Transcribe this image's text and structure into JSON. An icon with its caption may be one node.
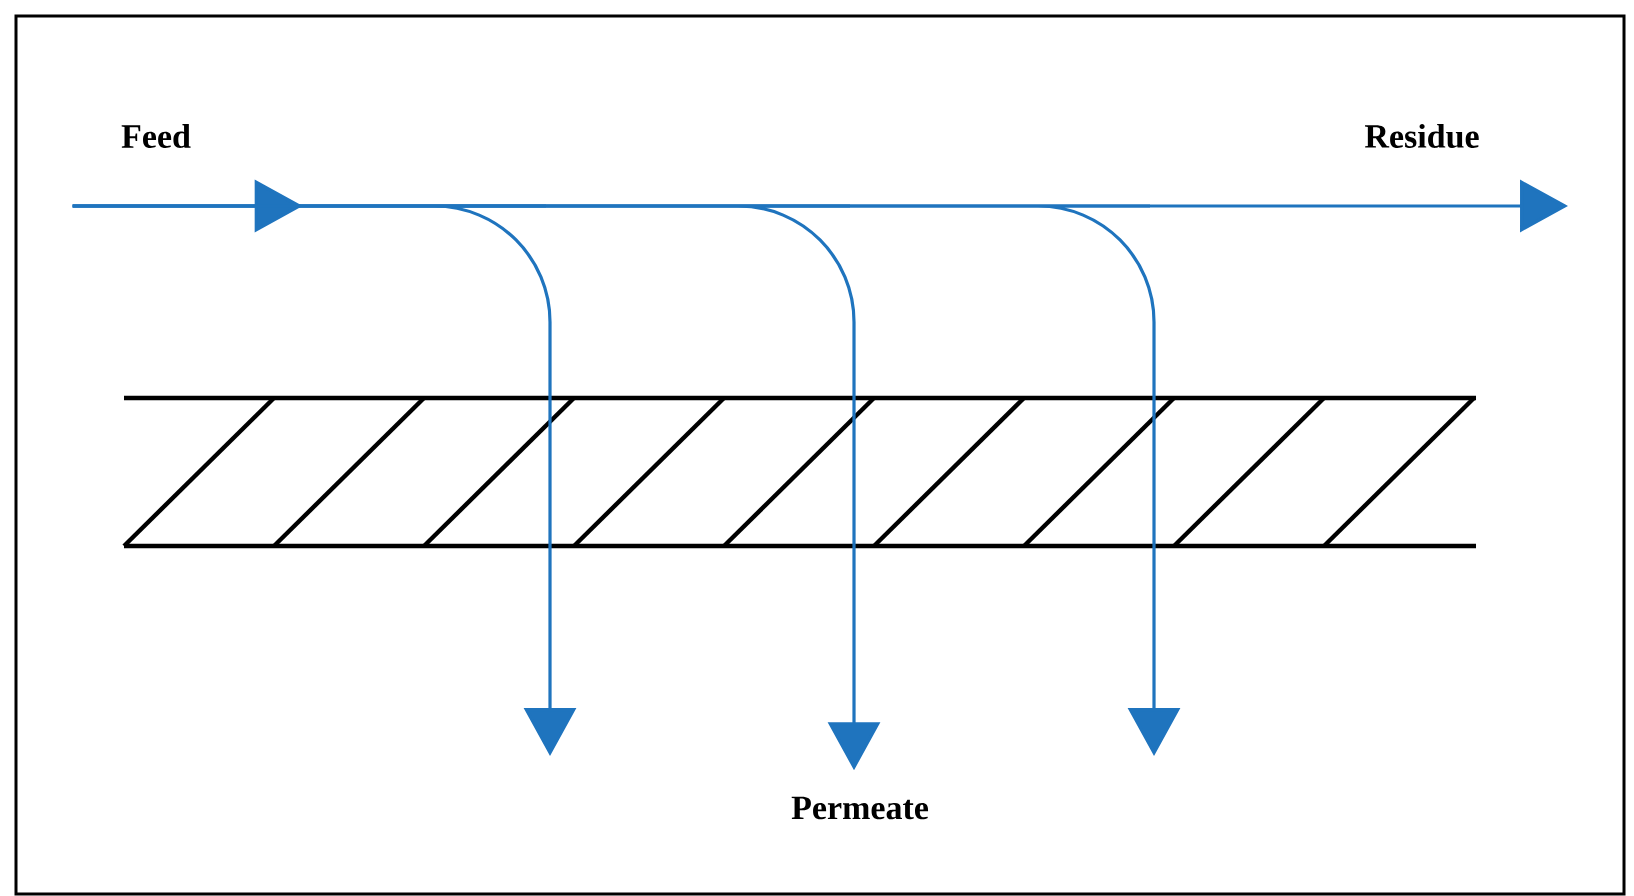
{
  "diagram": {
    "nodes": [
      {
        "text": [
          "Feed"
        ]
      },
      {
        "text": [
          "Residue"
        ]
      },
      {
        "text": [
          "Permeate"
        ]
      }
    ],
    "edges": [
      {
        "from": 0,
        "to": 1,
        "arrow": "to"
      },
      {
        "from": 0,
        "to": null,
        "arrow": "to"
      },
      {
        "from": 0,
        "to": 2,
        "arrow": "to"
      },
      {
        "from": 0,
        "to": null,
        "arrow": "to"
      }
    ]
  }
}
